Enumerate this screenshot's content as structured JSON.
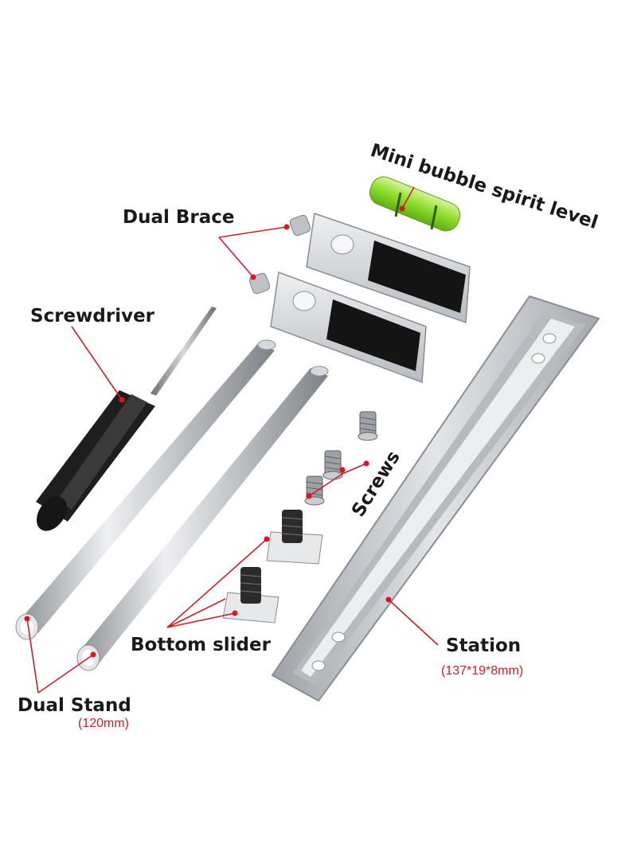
{
  "labels": {
    "level": "Mini bubble spirit level",
    "brace": "Dual Brace",
    "screwdriver": "Screwdriver",
    "screws": "Screws",
    "slider": "Bottom slider",
    "station": "Station",
    "station_size": "(137*19*8mm)",
    "stand": "Dual Stand",
    "stand_size": "(120mm)"
  },
  "colors": {
    "callout": "#c8202a",
    "label": "#1a1a1a",
    "metal": "#c9ccd0",
    "pad": "#111111",
    "level": "#8edc2a"
  }
}
